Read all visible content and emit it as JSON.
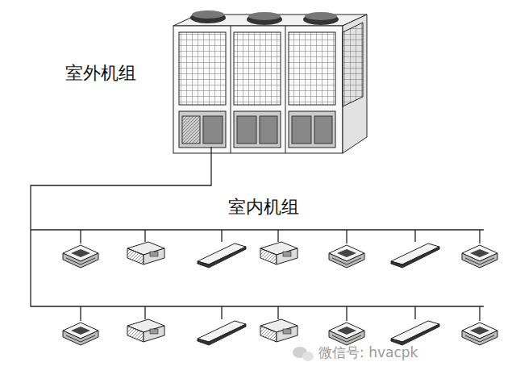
{
  "diagram": {
    "labels": [
      "室外机组",
      "室内机组",
      "微信号: hvacpk"
    ]
  }
}
